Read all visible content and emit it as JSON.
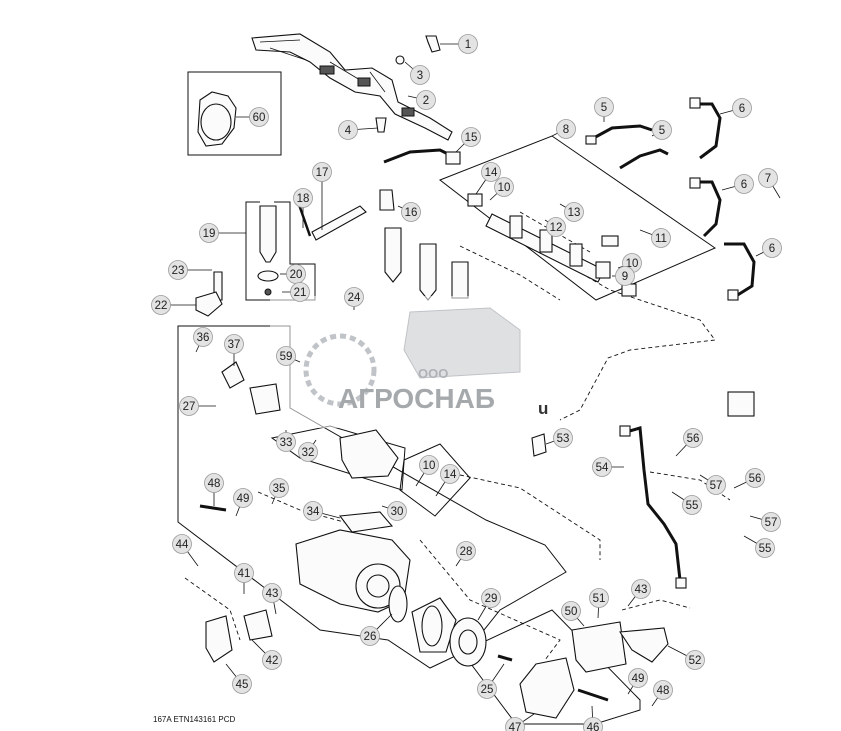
{
  "callouts": [
    "1",
    "3",
    "2",
    "4",
    "60",
    "15",
    "8",
    "5",
    "6",
    "5",
    "14",
    "10",
    "13",
    "12",
    "11",
    "6",
    "7",
    "17",
    "18",
    "16",
    "19",
    "20",
    "21",
    "23",
    "22",
    "24",
    "10",
    "9",
    "6",
    "36",
    "37",
    "59",
    "27",
    "33",
    "32",
    "53",
    "54",
    "56",
    "57",
    "55",
    "10",
    "14",
    "48",
    "49",
    "35",
    "34",
    "30",
    "56",
    "57",
    "55",
    "44",
    "28",
    "41",
    "43",
    "42",
    "45",
    "26",
    "29",
    "50",
    "51",
    "43",
    "52",
    "47",
    "46",
    "25",
    "49",
    "48"
  ],
  "caption": "167A  ETN143161  PCD",
  "watermark": {
    "company_abbr": "ООО",
    "company_name": "АГРОСНАБ",
    "suffix": "u",
    "color": "#9aa0a6"
  }
}
